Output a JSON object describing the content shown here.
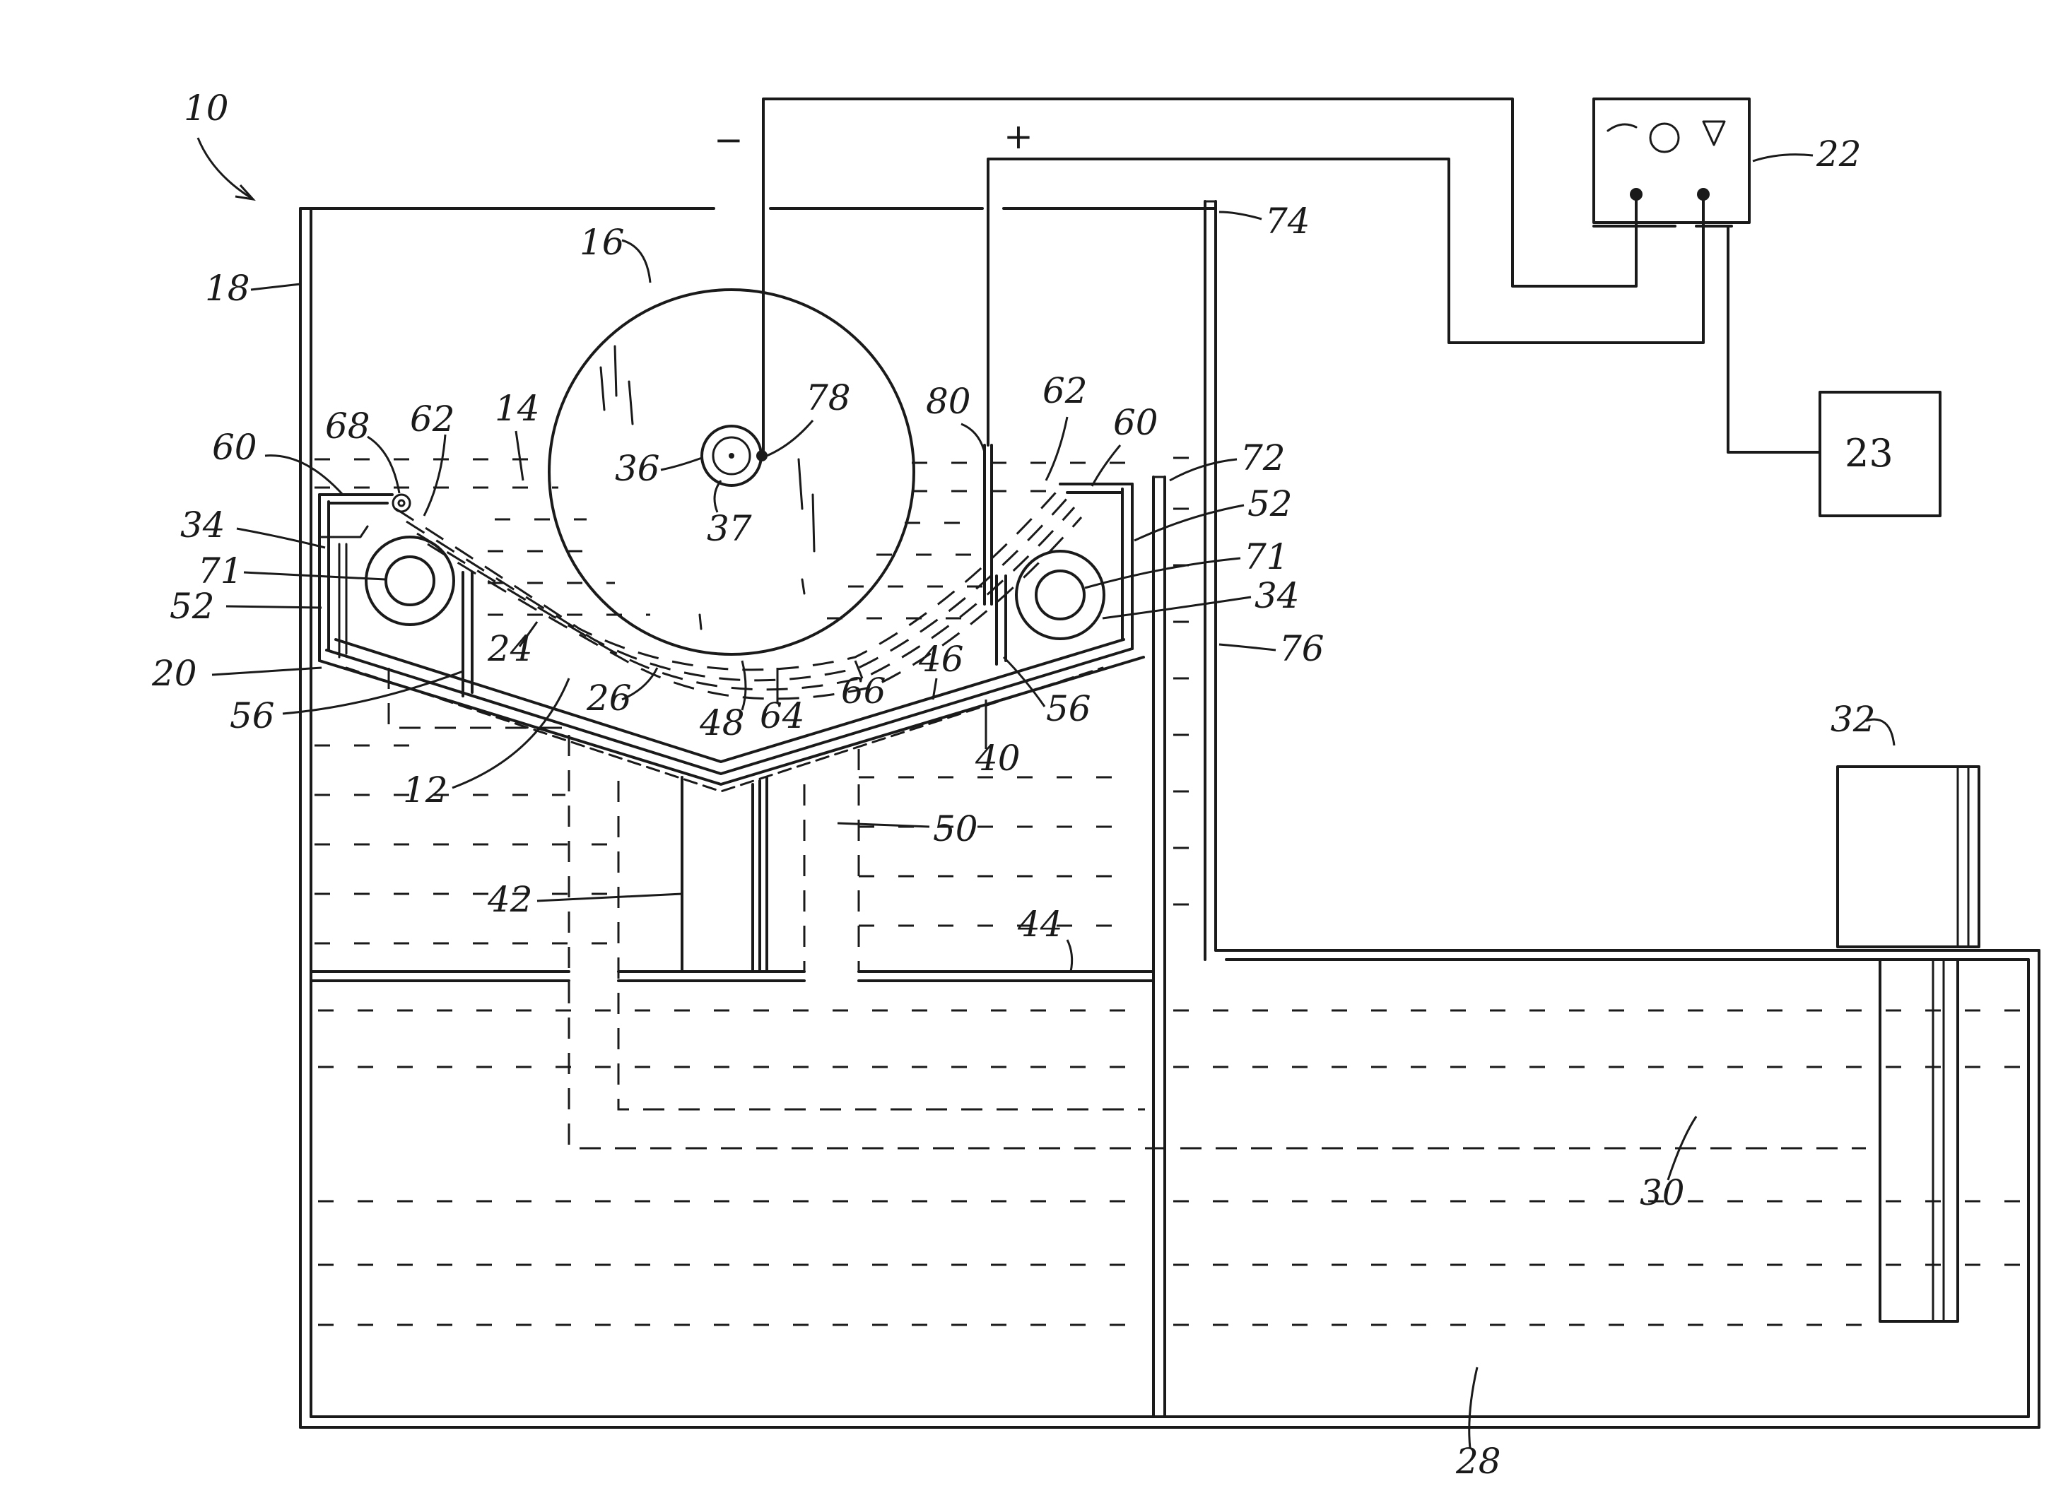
{
  "figure": {
    "ref_labels": {
      "l10": "10",
      "l12": "12",
      "l14": "14",
      "l16": "16",
      "l18": "18",
      "l20": "20",
      "l22": "22",
      "l24": "24",
      "l26": "26",
      "l28": "28",
      "l30": "30",
      "l32": "32",
      "l34a": "34",
      "l34b": "34",
      "l36": "36",
      "l37": "37",
      "l40": "40",
      "l42": "42",
      "l44": "44",
      "l46": "46",
      "l48": "48",
      "l50": "50",
      "l52a": "52",
      "l52b": "52",
      "l56a": "56",
      "l56b": "56",
      "l60a": "60",
      "l60b": "60",
      "l62a": "62",
      "l62b": "62",
      "l64": "64",
      "l66": "66",
      "l68": "68",
      "l71a": "71",
      "l71b": "71",
      "l72": "72",
      "l74": "74",
      "l76": "76",
      "l78": "78",
      "l80": "80"
    },
    "polarity": {
      "negative": "−",
      "positive": "+"
    },
    "controller_box_label": "23"
  },
  "colors": {
    "ink": "#1a1a1a",
    "paper": "#ffffff"
  }
}
